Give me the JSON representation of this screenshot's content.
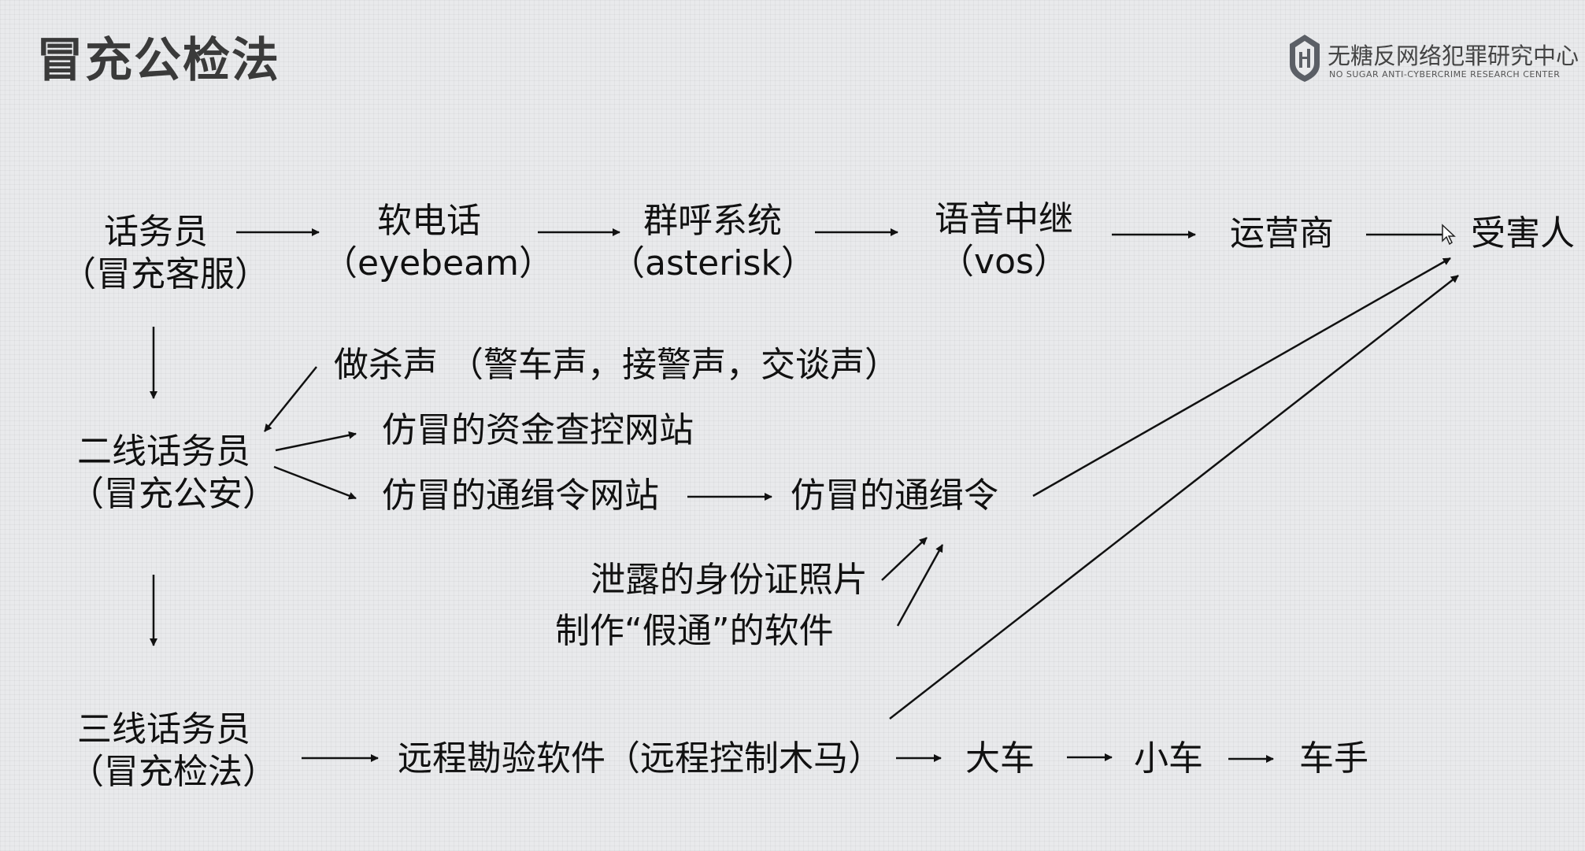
{
  "page": {
    "title": "冒充公检法"
  },
  "logo": {
    "name_cn": "无糖反网络犯罪研究中心",
    "name_en": "NO SUGAR ANTI-CYBERCRIME RESEARCH CENTER",
    "icon": "shield-logo-icon"
  },
  "nodes": {
    "operator": {
      "line1": "话务员",
      "line2": "（冒充客服）"
    },
    "softphone": {
      "line1": "软电话",
      "line2": "（eyebeam）"
    },
    "group_call": {
      "line1": "群呼系统",
      "line2": "（asterisk）"
    },
    "voice_relay": {
      "line1": "语音中继",
      "line2": "（vos）"
    },
    "carrier": "运营商",
    "victim": "受害人",
    "kill_sound": "做杀声  （警车声，接警声，交谈声）",
    "second_operator": {
      "line1": "二线话务员",
      "line2": "（冒充公安）"
    },
    "fake_fund_site": "仿冒的资金查控网站",
    "fake_warrant_site": "仿冒的通缉令网站",
    "fake_warrant": "仿冒的通缉令",
    "leaked_id": "泄露的身份证照片",
    "fake_software": "制作“假通”的软件",
    "third_operator": {
      "line1": "三线话务员",
      "line2": "（冒充检法）"
    },
    "remote_software": "远程勘验软件（远程控制木马）",
    "big_car": "大车",
    "small_car": "小车",
    "driver": "车手"
  },
  "colors": {
    "title": "#3a3a3a",
    "text": "#111111",
    "arrow": "#111111",
    "background": "#e9eaec"
  }
}
